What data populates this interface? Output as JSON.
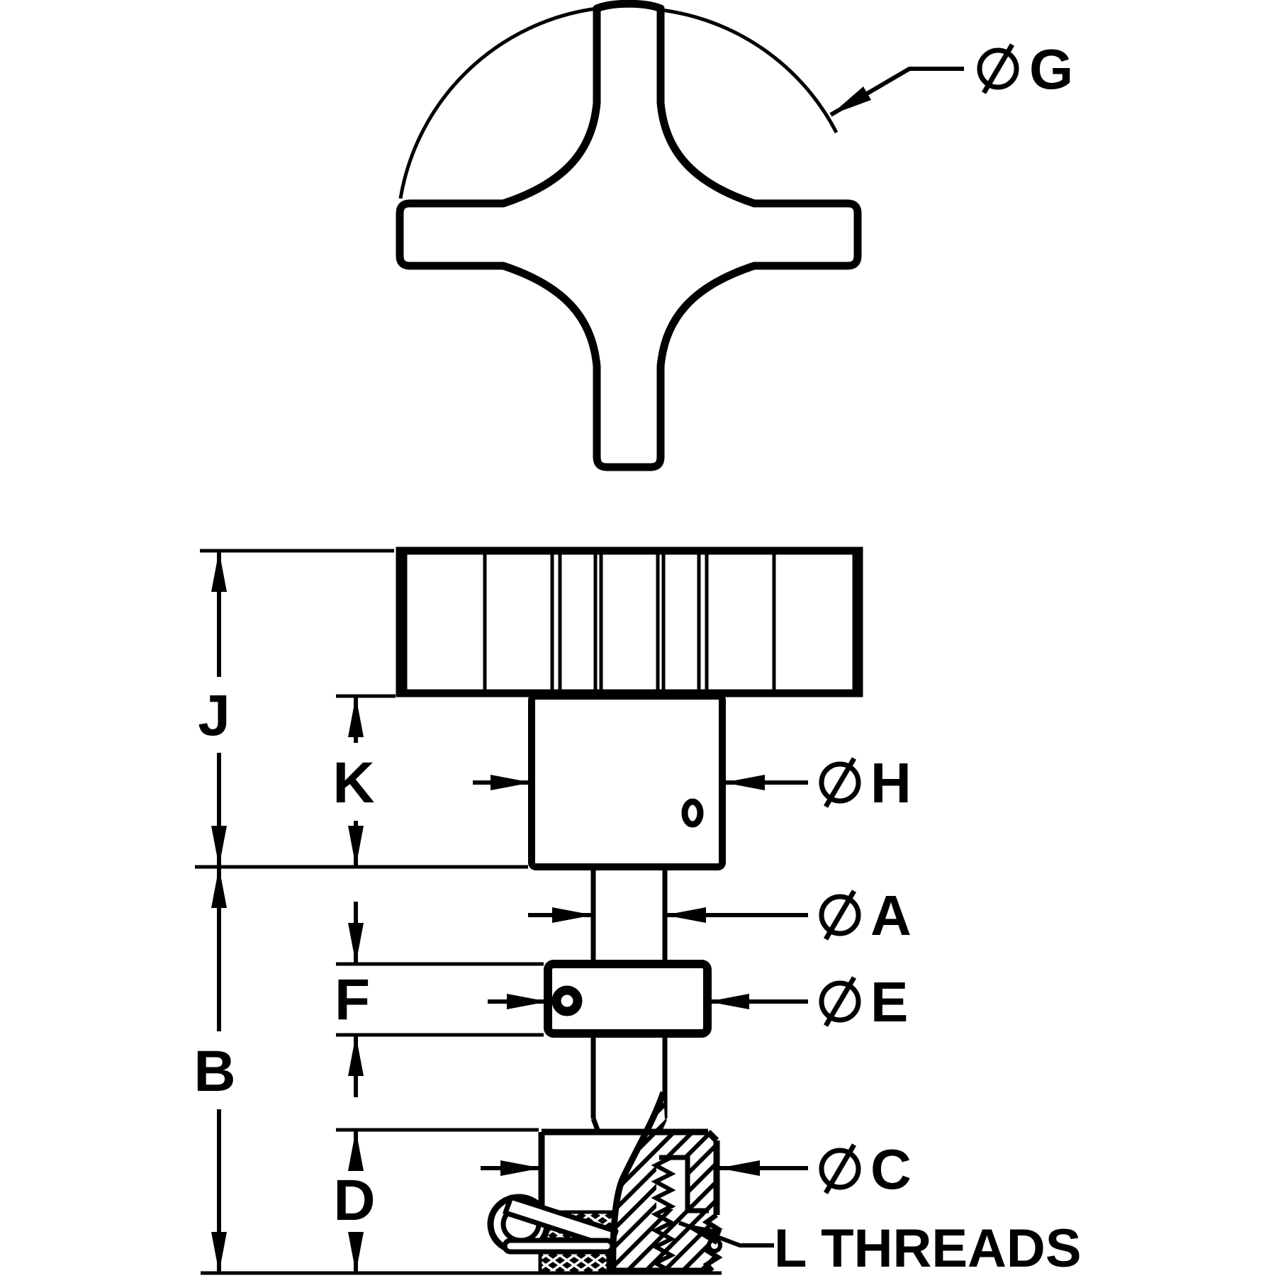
{
  "drawing": {
    "type": "engineering-dimension-diagram",
    "part": "four-arm knob with stud, collar, knurled nut and threaded insert",
    "colors": {
      "line": "#000000",
      "background": "#ffffff"
    },
    "dims": {
      "j": "J",
      "k": "K",
      "b": "B",
      "f": "F",
      "d": "D"
    },
    "diameters": {
      "g": "G",
      "h": "H",
      "a": "A",
      "e": "E",
      "c": "C"
    },
    "thread_note": "L THREADS",
    "diameter_symbol": "⌀"
  }
}
